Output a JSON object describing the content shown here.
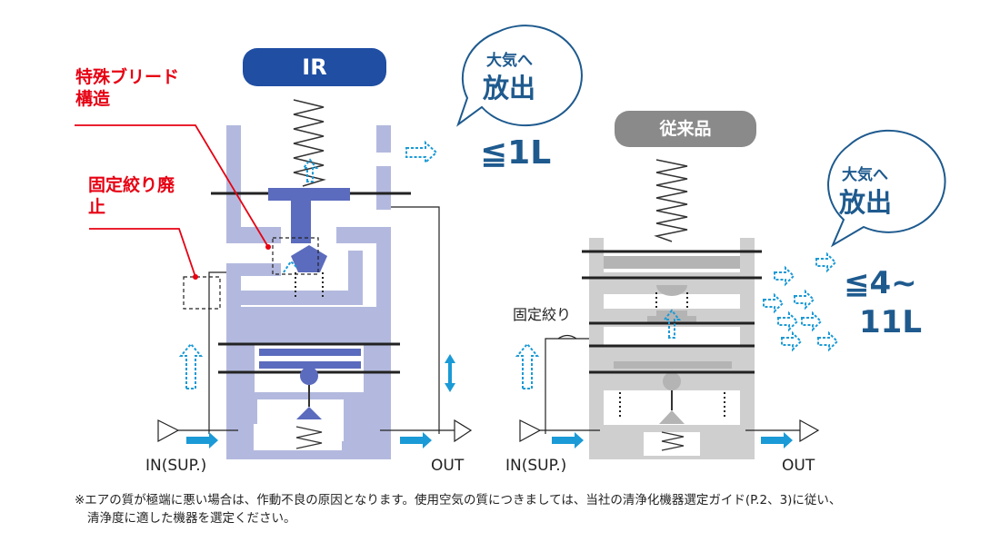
{
  "colors": {
    "ir_body": "#b3b9de",
    "ir_part": "#5b6bbd",
    "ir_pill": "#1f4ea3",
    "conv_body": "#cfcfcf",
    "conv_part": "#b4b4b4",
    "conv_pill": "#8a8a8a",
    "arrow_blue": "#1a9ad6",
    "text_blue": "#1e5a8e",
    "red": "#e60012"
  },
  "ir": {
    "title": "IR",
    "bleed_label": "特殊ブリード構造",
    "fixed_orifice_label": "固定絞り廃止",
    "bubble_line1": "大気へ",
    "bubble_line2": "放出",
    "volume": "≦1L",
    "in_label": "IN(SUP.)",
    "out_label": "OUT"
  },
  "conventional": {
    "title": "従来品",
    "fixed_orifice_label": "固定絞り",
    "bubble_line1": "大気へ",
    "bubble_line2": "放出",
    "volume_line1": "≦4~",
    "volume_line2": "11L",
    "in_label": "IN(SUP.)",
    "out_label": "OUT"
  },
  "footnote_line1": "※エアの質が極端に悪い場合は、作動不良の原因となります。使用空気の質につきましては、当社の清浄化機器選定ガイド(P.2、3)に従い、",
  "footnote_line2": "清浄度に適した機器を選定ください。"
}
